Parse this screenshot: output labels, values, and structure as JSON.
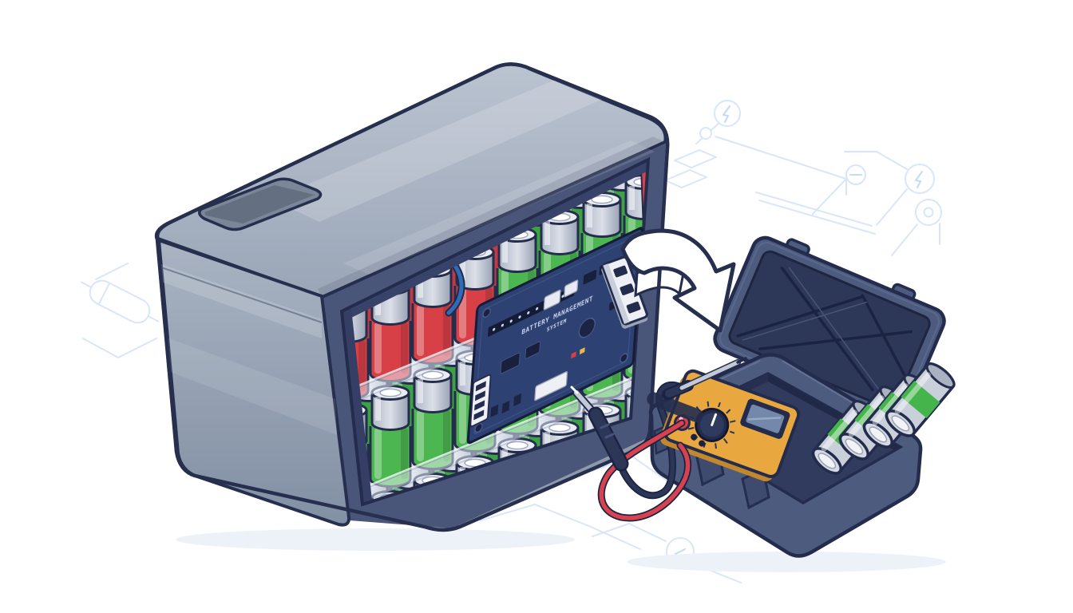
{
  "scene": {
    "title": "Battery pack maintenance illustration",
    "description": "Cutaway lithium battery pack with BMS board and a curved arrow pointing to a portable test case holding a multimeter, probes and spare cells",
    "background_color": "#ffffff",
    "blueprint_trace_color": "#d9e6f8",
    "outline_color": "#272f4e"
  },
  "battery_pack": {
    "enclosure_color": "#99a4b6",
    "frame_color": "#4a5679",
    "interior_color": "#272f4d",
    "cell_green": "#4cb651",
    "cell_red": "#d84048",
    "cell_metal": "#c6ccd8",
    "wire_red": "#d8424e",
    "wire_blue": "#2f6cb5",
    "pcb": {
      "board_color": "#2e4173",
      "silkscreen_line1": "BATTERY MANAGEMENT",
      "silkscreen_line2": "SYSTEM"
    }
  },
  "transfer_arrow": {
    "fill_color": "#ffffff"
  },
  "toolkit_case": {
    "shell_color": "#4c5b7e",
    "lining_color": "#2d3757",
    "multimeter": {
      "body_color": "#e9a83f",
      "display_color": "#7388ab",
      "dial_color": "#232c4c",
      "button_color": "#d84048"
    },
    "spare_cells": {
      "count": 4,
      "metal_color": "#c9d0da",
      "band_color": "#45b54b"
    },
    "lead_red": "#d8424e",
    "lead_black": "#2c3758"
  }
}
